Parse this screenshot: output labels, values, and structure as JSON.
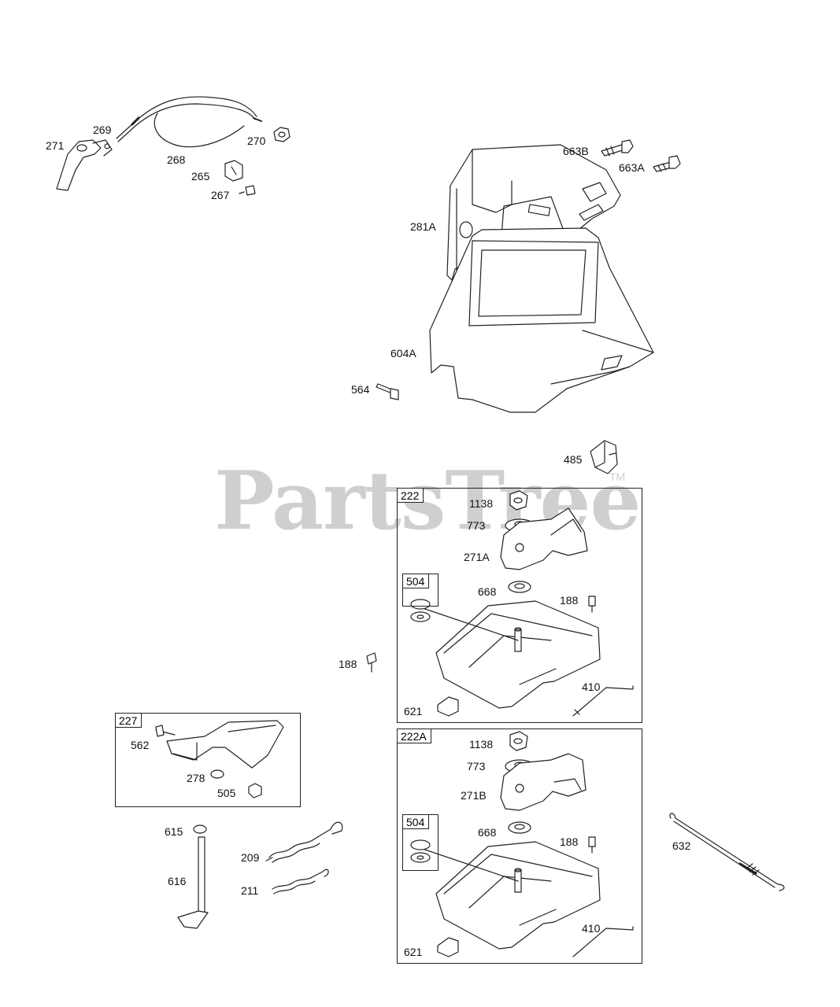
{
  "watermark": {
    "text": "PartsTree",
    "mark": "TM",
    "color": "#cfcfcf"
  },
  "parts": [
    {
      "id": "271"
    },
    {
      "id": "269"
    },
    {
      "id": "268"
    },
    {
      "id": "270"
    },
    {
      "id": "265"
    },
    {
      "id": "267"
    },
    {
      "id": "663B"
    },
    {
      "id": "663A"
    },
    {
      "id": "281A"
    },
    {
      "id": "604A"
    },
    {
      "id": "564"
    },
    {
      "id": "485"
    },
    {
      "id": "1138"
    },
    {
      "id": "773"
    },
    {
      "id": "271A"
    },
    {
      "id": "668"
    },
    {
      "id": "188"
    },
    {
      "id": "188"
    },
    {
      "id": "410"
    },
    {
      "id": "621"
    },
    {
      "id": "562"
    },
    {
      "id": "278"
    },
    {
      "id": "505"
    },
    {
      "id": "615"
    },
    {
      "id": "616"
    },
    {
      "id": "209"
    },
    {
      "id": "211"
    },
    {
      "id": "1138"
    },
    {
      "id": "773"
    },
    {
      "id": "271B"
    },
    {
      "id": "668"
    },
    {
      "id": "188"
    },
    {
      "id": "410"
    },
    {
      "id": "621"
    },
    {
      "id": "632"
    }
  ],
  "kits": [
    {
      "id": "222"
    },
    {
      "id": "504"
    },
    {
      "id": "227"
    },
    {
      "id": "222A"
    },
    {
      "id": "504"
    }
  ]
}
